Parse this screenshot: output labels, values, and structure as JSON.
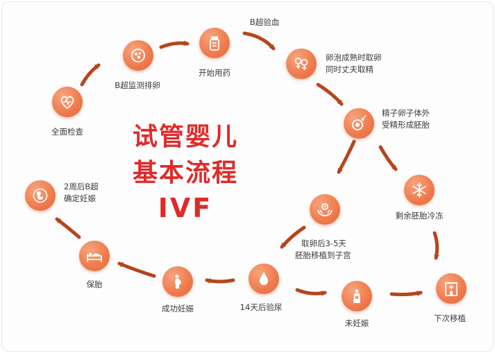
{
  "title": {
    "line1": "试管婴儿",
    "line2": "基本流程",
    "line3": "IVF"
  },
  "colors": {
    "node": "#ee7a4c",
    "arrow": "#b4461c",
    "title": "#e02a2a",
    "text": "#3a3a3a"
  },
  "steps": {
    "checkup": {
      "label": "全面检查",
      "icon": "heart-pulse-icon"
    },
    "ultrasound": {
      "label": "B超监测排卵",
      "icon": "ultrasound-icon"
    },
    "medication": {
      "label": "开始用药",
      "icon": "medicine-bottle-icon"
    },
    "blood_test": {
      "label": "B超验血",
      "icon": ""
    },
    "retrieval": {
      "label_line1": "卵泡成熟时取卵",
      "label_line2": "同时丈夫取精",
      "icon": "gender-icon"
    },
    "fertilization": {
      "label_line1": "精子卵子体外",
      "label_line2": "受精形成胚胎",
      "icon": "sperm-egg-icon"
    },
    "freeze": {
      "label": "剩余胚胎冷冻",
      "icon": "snowflake-icon"
    },
    "transfer": {
      "label_line1": "取卵后3-5天",
      "label_line2": "胚胎移植到子宫",
      "icon": "hands-embryo-icon"
    },
    "urine_test": {
      "label": "14天后验尿",
      "icon": "drop-icon"
    },
    "success": {
      "label": "成功妊娠",
      "icon": "pregnant-icon"
    },
    "not_pregnant": {
      "label": "未妊娠",
      "icon": "not-pregnant-icon"
    },
    "next_transfer": {
      "label": "下次移植",
      "icon": "hospital-icon"
    },
    "protect": {
      "label": "保胎",
      "icon": "bed-rest-icon"
    },
    "confirm": {
      "label_line1": "2周后B超",
      "label_line2": "确定妊娠",
      "icon": "fetus-icon"
    }
  }
}
